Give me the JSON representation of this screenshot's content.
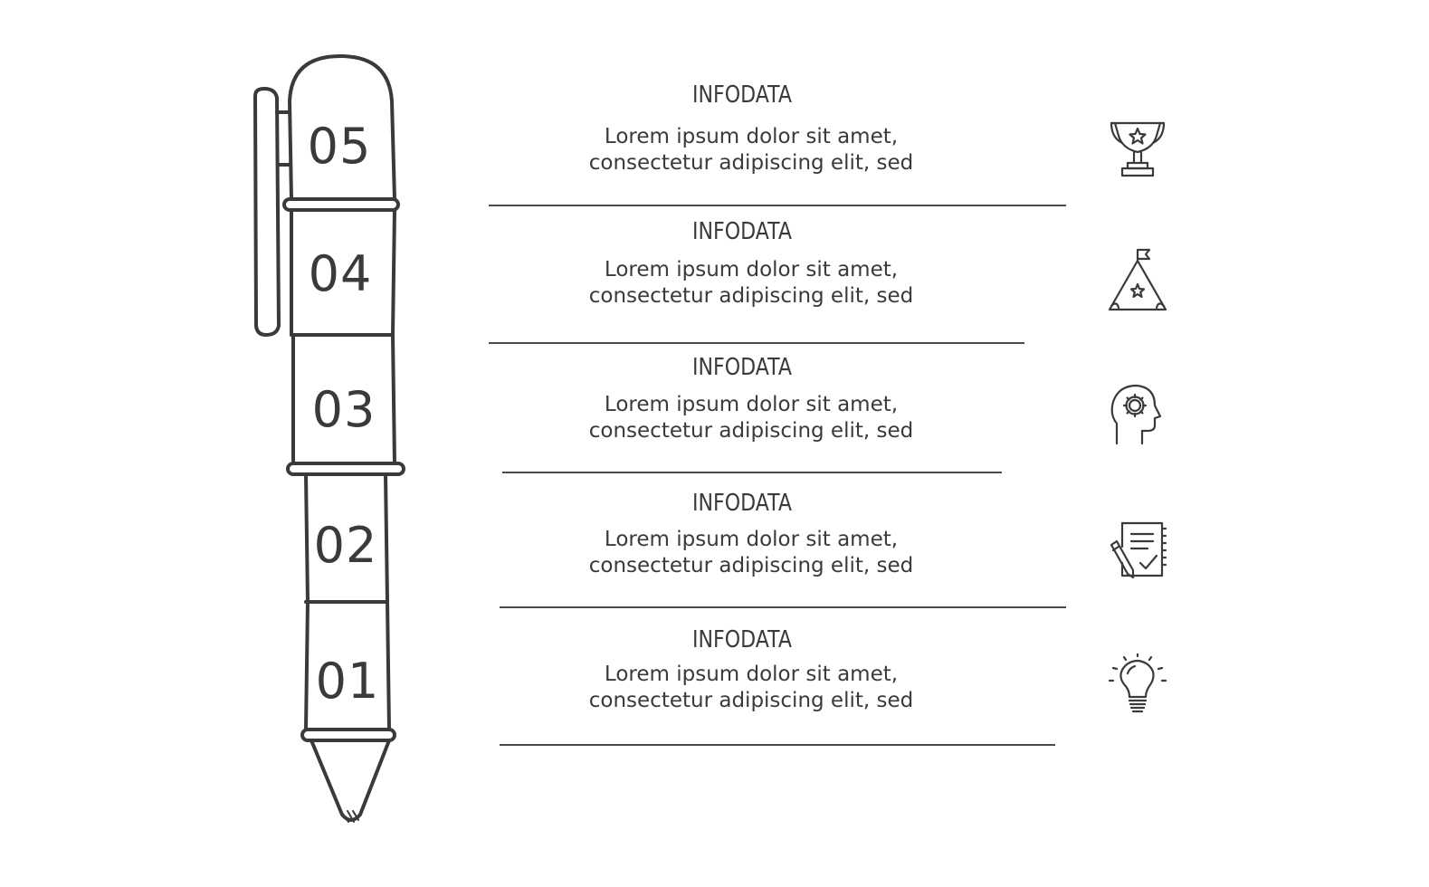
{
  "rows": [
    {
      "number": "05",
      "title": "INFODATA",
      "line1": "Lorem ipsum dolor sit amet,",
      "line2": "consectetur adipiscing elit, sed",
      "icon": "trophy-icon"
    },
    {
      "number": "04",
      "title": "INFODATA",
      "line1": "Lorem ipsum dolor sit amet,",
      "line2": "consectetur adipiscing elit, sed",
      "icon": "mountain-flag-icon"
    },
    {
      "number": "03",
      "title": "INFODATA",
      "line1": "Lorem ipsum dolor sit amet,",
      "line2": "consectetur adipiscing elit, sed",
      "icon": "head-gear-icon"
    },
    {
      "number": "02",
      "title": "INFODATA",
      "line1": "Lorem ipsum dolor sit amet,",
      "line2": "consectetur adipiscing elit, sed",
      "icon": "document-pen-icon"
    },
    {
      "number": "01",
      "title": "INFODATA",
      "line1": "Lorem ipsum dolor sit amet,",
      "line2": "consectetur adipiscing elit, sed",
      "icon": "lightbulb-icon"
    }
  ],
  "colors": {
    "stroke": "#3a3a3a",
    "background": "#ffffff"
  }
}
